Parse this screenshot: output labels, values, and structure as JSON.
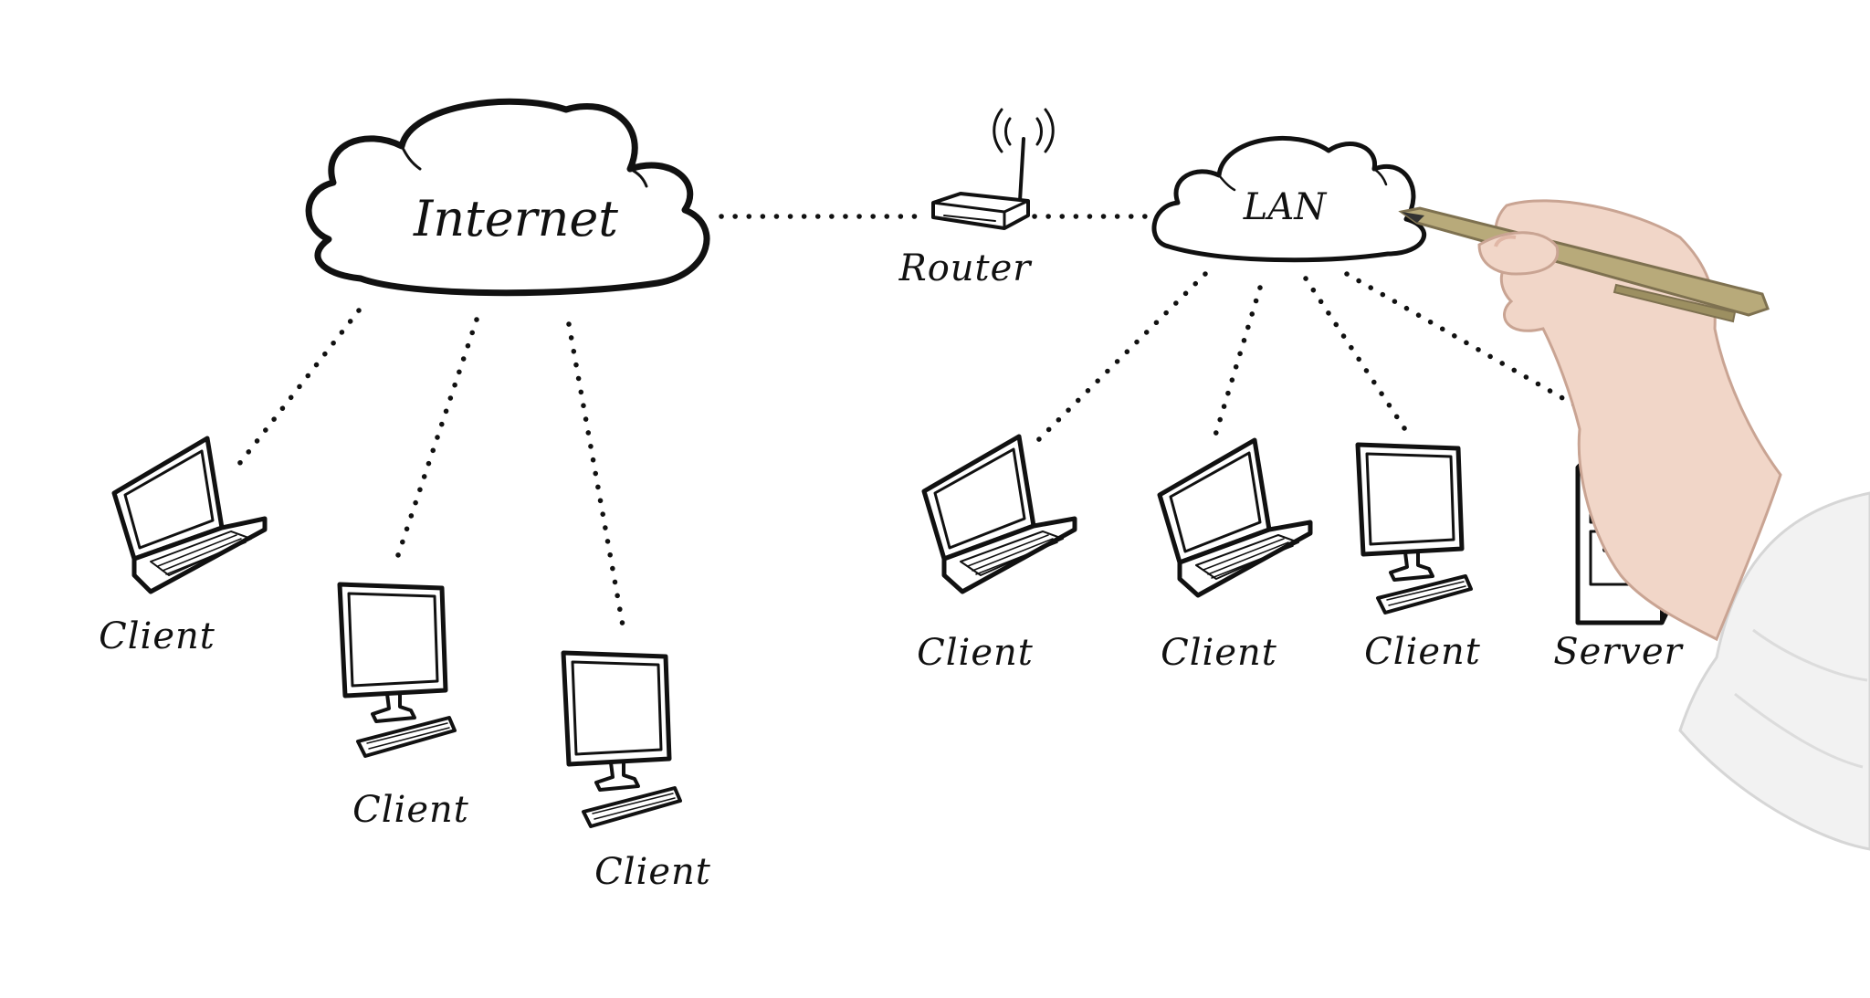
{
  "diagram": {
    "nodes": {
      "internet": {
        "label": "Internet",
        "icon": "cloud-icon"
      },
      "router": {
        "label": "Router",
        "icon": "router-icon"
      },
      "lan": {
        "label": "LAN",
        "icon": "cloud-icon"
      },
      "internet_client_1": {
        "label": "Client",
        "icon": "laptop-icon"
      },
      "internet_client_2": {
        "label": "Client",
        "icon": "desktop-computer-icon"
      },
      "internet_client_3": {
        "label": "Client",
        "icon": "desktop-computer-icon"
      },
      "lan_client_1": {
        "label": "Client",
        "icon": "laptop-icon"
      },
      "lan_client_2": {
        "label": "Client",
        "icon": "laptop-icon"
      },
      "lan_client_3": {
        "label": "Client",
        "icon": "desktop-computer-icon"
      },
      "server": {
        "label": "Server",
        "icon": "server-tower-icon"
      }
    },
    "edges": [
      {
        "from": "internet",
        "to": "router",
        "style": "dotted"
      },
      {
        "from": "router",
        "to": "lan",
        "style": "dotted"
      },
      {
        "from": "internet",
        "to": "internet_client_1",
        "style": "dotted"
      },
      {
        "from": "internet",
        "to": "internet_client_2",
        "style": "dotted"
      },
      {
        "from": "internet",
        "to": "internet_client_3",
        "style": "dotted"
      },
      {
        "from": "lan",
        "to": "lan_client_1",
        "style": "dotted"
      },
      {
        "from": "lan",
        "to": "lan_client_2",
        "style": "dotted"
      },
      {
        "from": "lan",
        "to": "lan_client_3",
        "style": "dotted"
      },
      {
        "from": "lan",
        "to": "server",
        "style": "dotted"
      }
    ],
    "decoration": {
      "icon": "hand-with-pen-icon"
    },
    "colors": {
      "ink": "#111111",
      "background": "#ffffff",
      "pen": "#b8aa7a",
      "sleeve": "#f2f2f2",
      "skin": "#f1d6c8"
    }
  }
}
